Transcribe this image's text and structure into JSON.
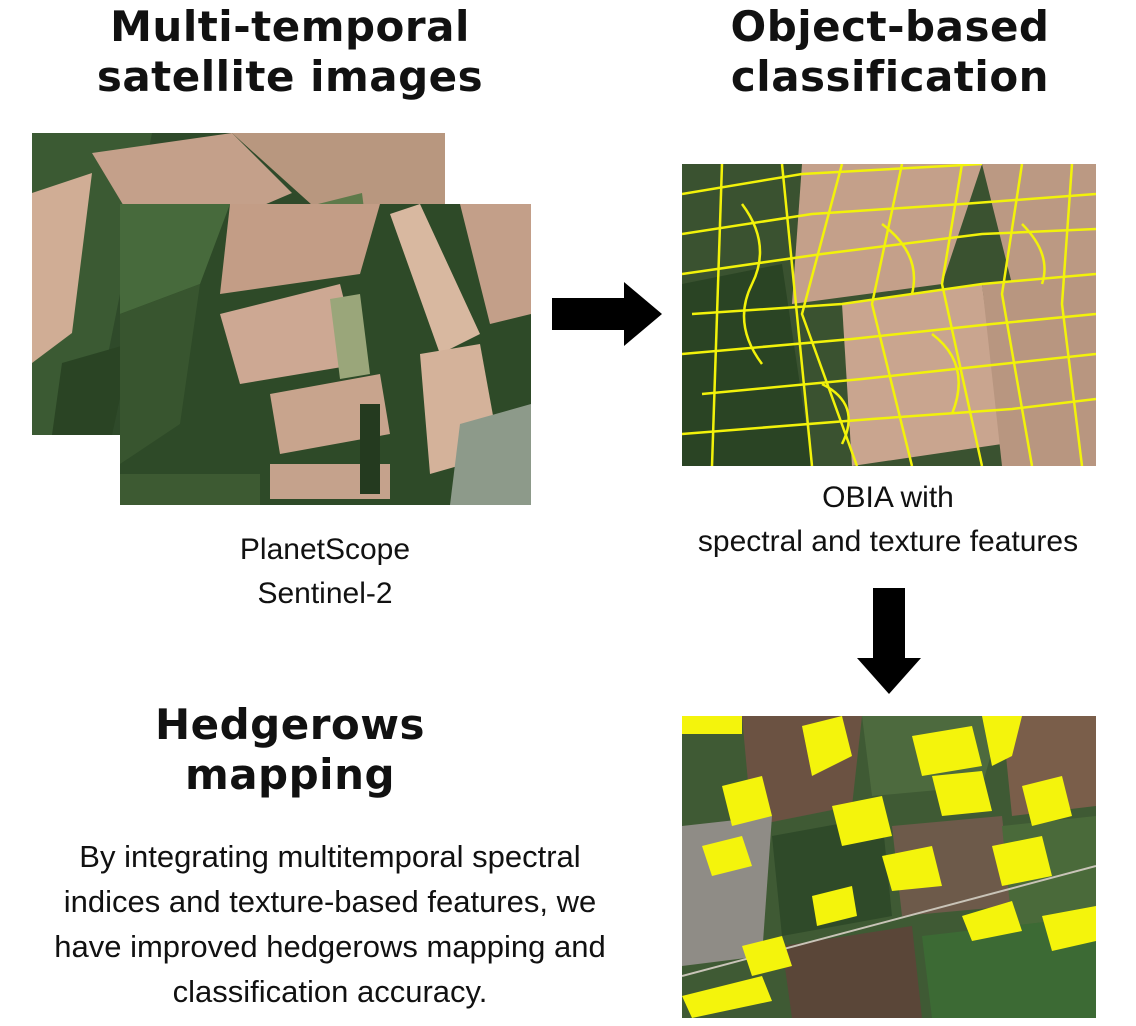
{
  "panels": {
    "input": {
      "title_line1": "Multi-temporal",
      "title_line2": "satellite images",
      "caption_line1": "PlanetScope",
      "caption_line2": "Sentinel-2"
    },
    "classification": {
      "title_line1": "Object-based",
      "title_line2": "classification",
      "caption_line1": "OBIA with",
      "caption_line2": "spectral and texture features"
    },
    "result": {
      "title_line1": "Hedgerows",
      "title_line2": "mapping",
      "description_lines": [
        "By integrating multitemporal spectral",
        "indices and texture-based features, we",
        "have improved hedgerows mapping and",
        "classification accuracy."
      ]
    }
  },
  "colors": {
    "segment_outline": "#f2f20a",
    "hedgerow_overlay": "#f4f40c",
    "field_tan": "#c9a38c",
    "vegetation_dark": "#2e4a26",
    "arrow": "#000000"
  },
  "icons": {
    "arrow_right": "arrow-right-icon",
    "arrow_down": "arrow-down-icon"
  }
}
